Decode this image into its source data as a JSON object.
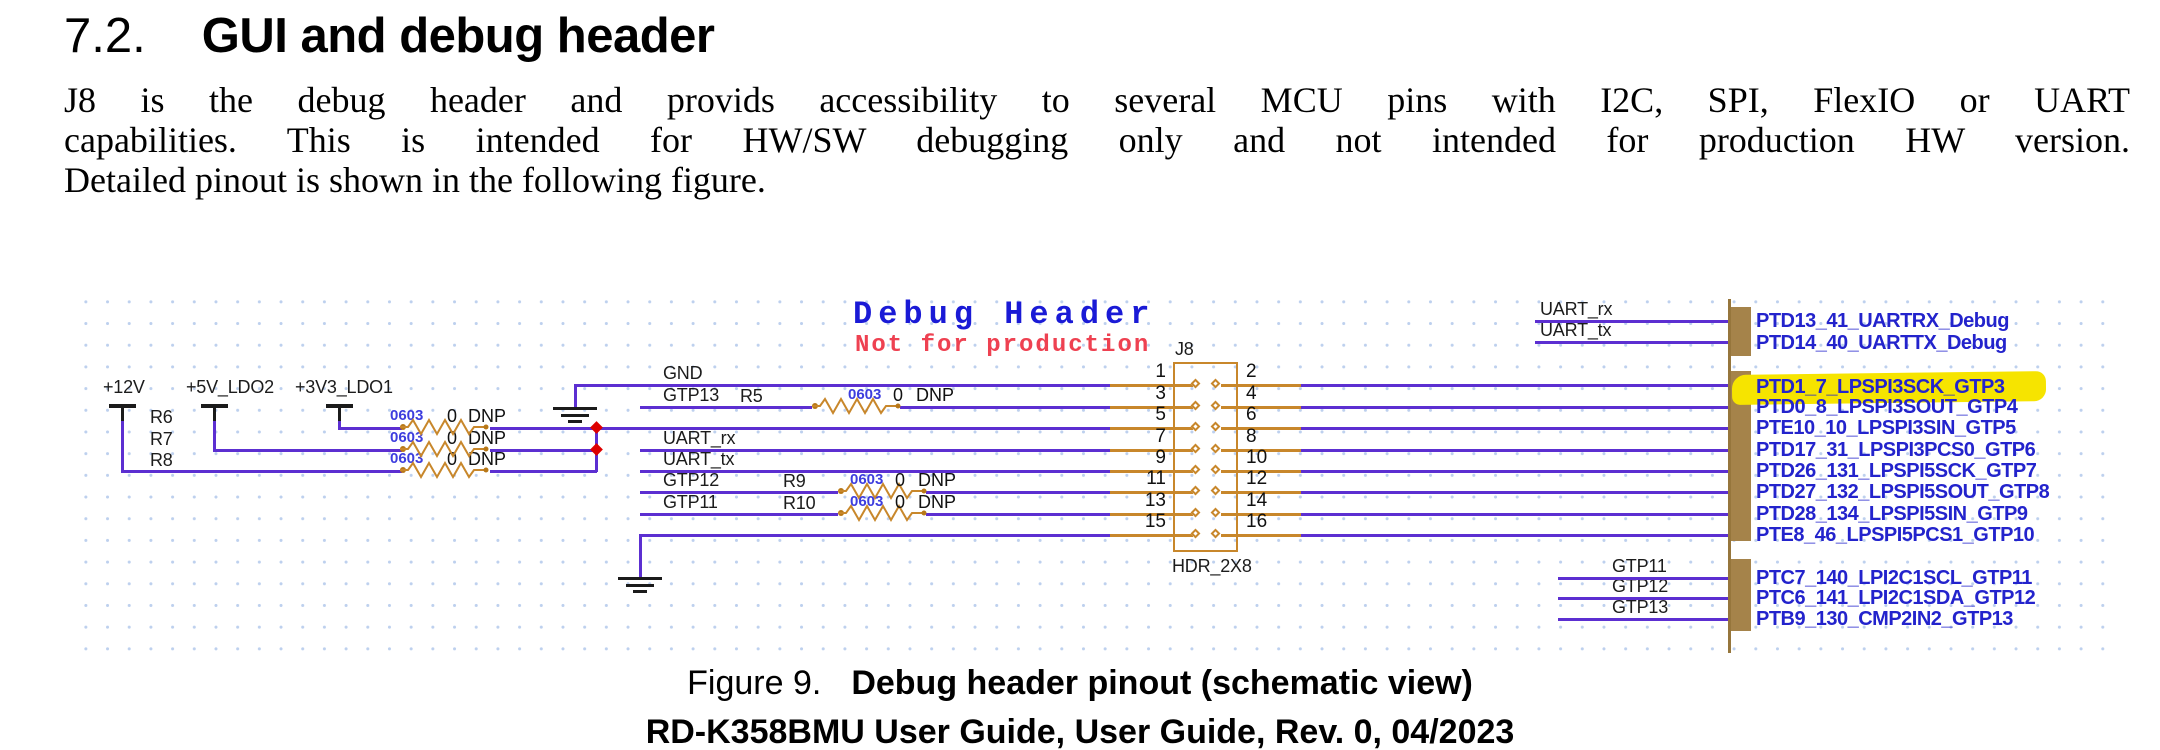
{
  "document": {
    "section_number": "7.2.",
    "section_title": "GUI and debug header",
    "paragraph_lines": [
      "J8 is the debug header and provids accessibility to several MCU pins with I2C, SPI, FlexIO or UART",
      "capabilities. This is intended for HW/SW debugging only and not intended for production HW version.",
      "Detailed pinout is shown in the following figure."
    ],
    "figure_caption_label": "Figure 9.",
    "figure_caption_text": "Debug header pinout (schematic view)",
    "footer_text": "RD-K358BMU User Guide, User Guide, Rev. 0, 04/2023"
  },
  "schematic": {
    "title": "Debug Header",
    "warning": "Not for production",
    "power_rails": [
      "+12V",
      "+5V_LDO2",
      "+3V3_LDO1"
    ],
    "net_labels_left": [
      "GND",
      "GTP13",
      "UART_rx",
      "UART_tx",
      "GTP12",
      "GTP11"
    ],
    "resistors": [
      {
        "ref": "R5",
        "footprint": "0603",
        "value": "0",
        "note": "DNP"
      },
      {
        "ref": "R6",
        "footprint": "0603",
        "value": "0",
        "note": "DNP"
      },
      {
        "ref": "R7",
        "footprint": "0603",
        "value": "0",
        "note": "DNP"
      },
      {
        "ref": "R8",
        "footprint": "0603",
        "value": "0",
        "note": "DNP"
      },
      {
        "ref": "R9",
        "footprint": "0603",
        "value": "0",
        "note": "DNP"
      },
      {
        "ref": "R10",
        "footprint": "0603",
        "value": "0",
        "note": "DNP"
      }
    ],
    "connector": {
      "ref": "J8",
      "part": "HDR_2X8",
      "odd_pins": [
        "1",
        "3",
        "5",
        "7",
        "9",
        "11",
        "13",
        "15"
      ],
      "even_pins": [
        "2",
        "4",
        "6",
        "8",
        "10",
        "12",
        "14",
        "16"
      ]
    },
    "uart_nets": [
      "UART_rx",
      "UART_tx"
    ],
    "uart_pin_labels": [
      "PTD13_41_UARTRX_Debug",
      "PTD14_40_UARTTX_Debug"
    ],
    "spi_pin_labels": [
      "PTD1_7_LPSPI3SCK_GTP3",
      "PTD0_8_LPSPI3SOUT_GTP4",
      "PTE10_10_LPSPI3SIN_GTP5",
      "PTD17_31_LPSPI3PCS0_GTP6",
      "PTD26_131_LPSPI5SCK_GTP7",
      "PTD27_132_LPSPI5SOUT_GTP8",
      "PTD28_134_LPSPI5SIN_GTP9",
      "PTE8_46_LPSPI5PCS1_GTP10"
    ],
    "highlighted_pin_label": "PTD1_7_LPSPI3SCK_GTP3",
    "gtp_nets": [
      "GTP11",
      "GTP12",
      "GTP13"
    ],
    "i2c_pin_labels": [
      "PTC7_140_LPI2C1SCL_GTP11",
      "PTC6_141_LPI2C1SDA_GTP12",
      "PTB9_130_CMP2IN2_GTP13"
    ],
    "colors": {
      "wire": "#5c2fd1",
      "component": "#c8872b",
      "pad": "#b87818",
      "bus-bar": "#a5834a",
      "bus-line": "#96763c",
      "pin-label": "#2323cc",
      "title-blue": "#1a1ad6",
      "warning-red": "#ee4151",
      "footprint-blue": "#3d3dde",
      "junction-red": "#dd0000",
      "highlight-yellow": "#f6e400",
      "grid-dot": "#bdd0ee"
    }
  }
}
